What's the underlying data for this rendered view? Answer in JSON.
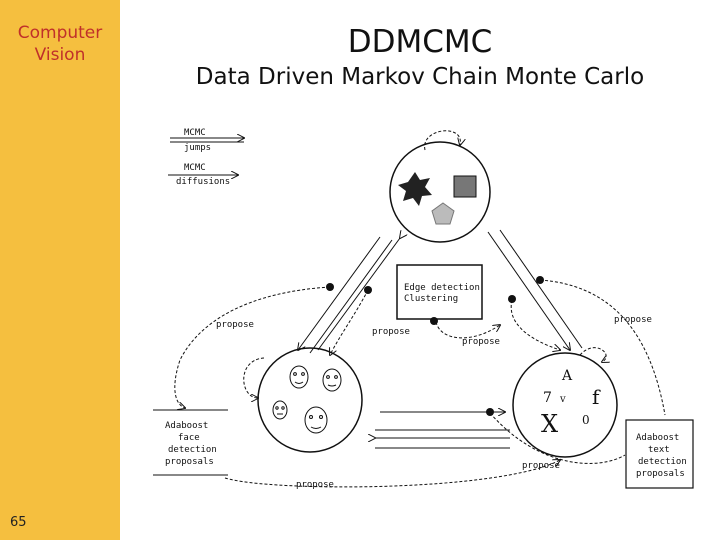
{
  "sidebar": {
    "title_line1": "Computer",
    "title_line2": "Vision",
    "page_number": "65",
    "color": "#f5bf3f",
    "title_color": "#c0302a"
  },
  "header": {
    "title": "DDMCMC",
    "subtitle": "Data Driven Markov Chain Monte Carlo"
  },
  "diagram": {
    "legend": {
      "jump_label": "MCMC",
      "jump_sub": "jumps",
      "diffusion_label": "MCMC",
      "diffusion_sub": "diffusions"
    },
    "center_box": {
      "line1": "Edge detection",
      "line2": "Clustering"
    },
    "left_box": {
      "line1": "Adaboost",
      "line2": "face",
      "line3": "detection",
      "line4": "proposals"
    },
    "right_box": {
      "line1": "Adaboost",
      "line2": "text",
      "line3": "detection",
      "line4": "proposals"
    },
    "propose_label": "propose",
    "text_symbols": {
      "s1": "A",
      "s2": "7",
      "s3": "v",
      "s4": "f",
      "s5": "X",
      "s6": "0"
    },
    "nodes": [
      "generic-regions-node",
      "faces-node",
      "text-node"
    ]
  }
}
